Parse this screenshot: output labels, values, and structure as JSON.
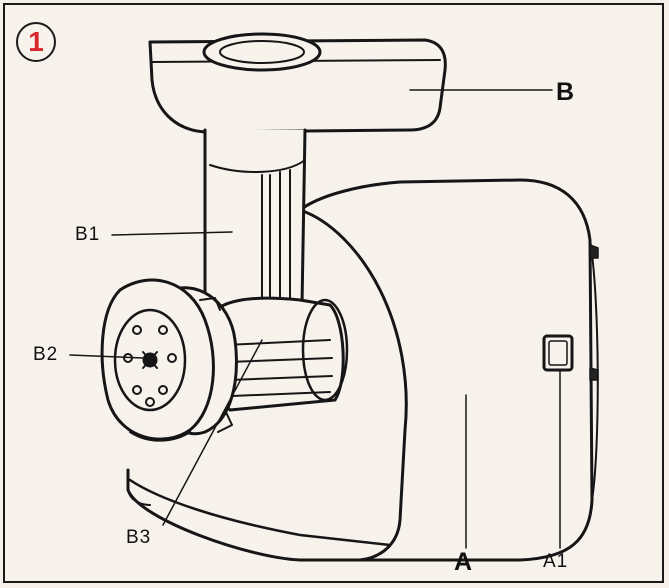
{
  "figure": {
    "number": "1",
    "number_color": "#d8262c"
  },
  "labels": {
    "B": "B",
    "B1": "B1",
    "B2": "B2",
    "B3": "B3",
    "A": "A",
    "A1": "A1"
  }
}
